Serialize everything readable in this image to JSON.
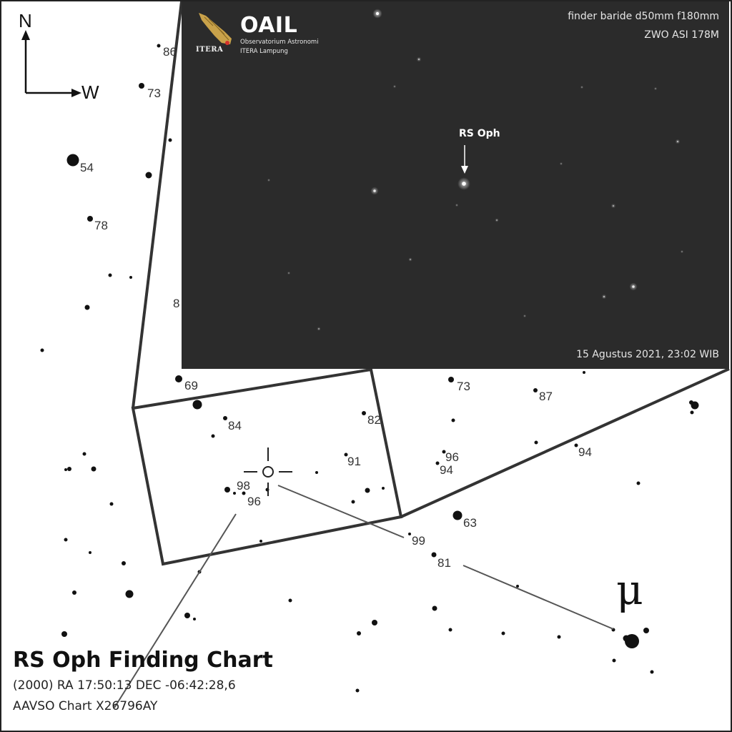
{
  "compass": {
    "north": "N",
    "west": "W"
  },
  "logo": {
    "mark_text": "ITERA",
    "title": "OAIL",
    "subtitle1": "Observatorium Astronomi",
    "subtitle2": "ITERA Lampung"
  },
  "photo": {
    "instrument": "finder baride d50mm f180mm",
    "camera": "ZWO ASI 178M",
    "timestamp": "15 Agustus 2021, 23:02 WIB",
    "target_label": "RS Oph"
  },
  "chart": {
    "star_labels": [
      "86",
      "73",
      "54",
      "78",
      "8",
      "69",
      "84",
      "82",
      "73",
      "87",
      "91",
      "96",
      "94",
      "94",
      "98",
      "96",
      "99",
      "81",
      "63"
    ],
    "mu_label": "μ"
  },
  "caption": {
    "title": "RS Oph Finding Chart",
    "coords": "(2000) RA 17:50:13 DEC -06:42:28,6",
    "chart_id": "AAVSO Chart X26796AY"
  },
  "colors": {
    "photo_background": "#2b2b2b",
    "frame": "#333333"
  }
}
